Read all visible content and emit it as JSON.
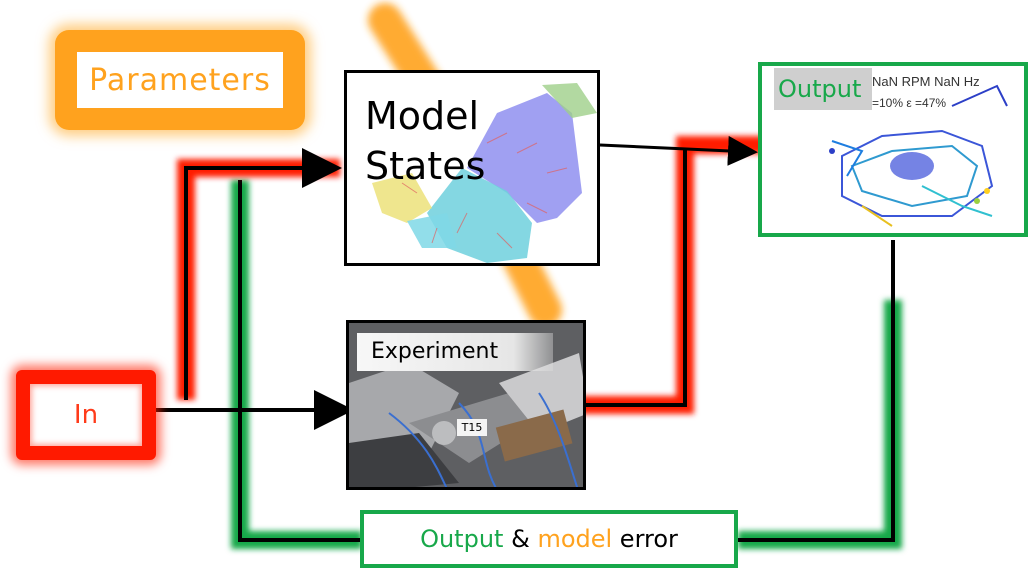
{
  "blocks": {
    "parameters": "Parameters",
    "input": "In",
    "model_line1": "Model",
    "model_line2": "States",
    "experiment": "Experiment",
    "experiment_tag": "T15",
    "output": "Output",
    "output_meta_line1": "NaN RPM NaN Hz",
    "output_meta_line2": "=10%  ε    =47%",
    "error_part1": "Output",
    "error_part2": " & ",
    "error_part3": "model",
    "error_part4": " error"
  },
  "colors": {
    "parameters": "#ffa21e",
    "input_path": "#ff1a00",
    "feedback_path": "#18a84a",
    "output_border": "#18a84a",
    "line": "#000000"
  }
}
